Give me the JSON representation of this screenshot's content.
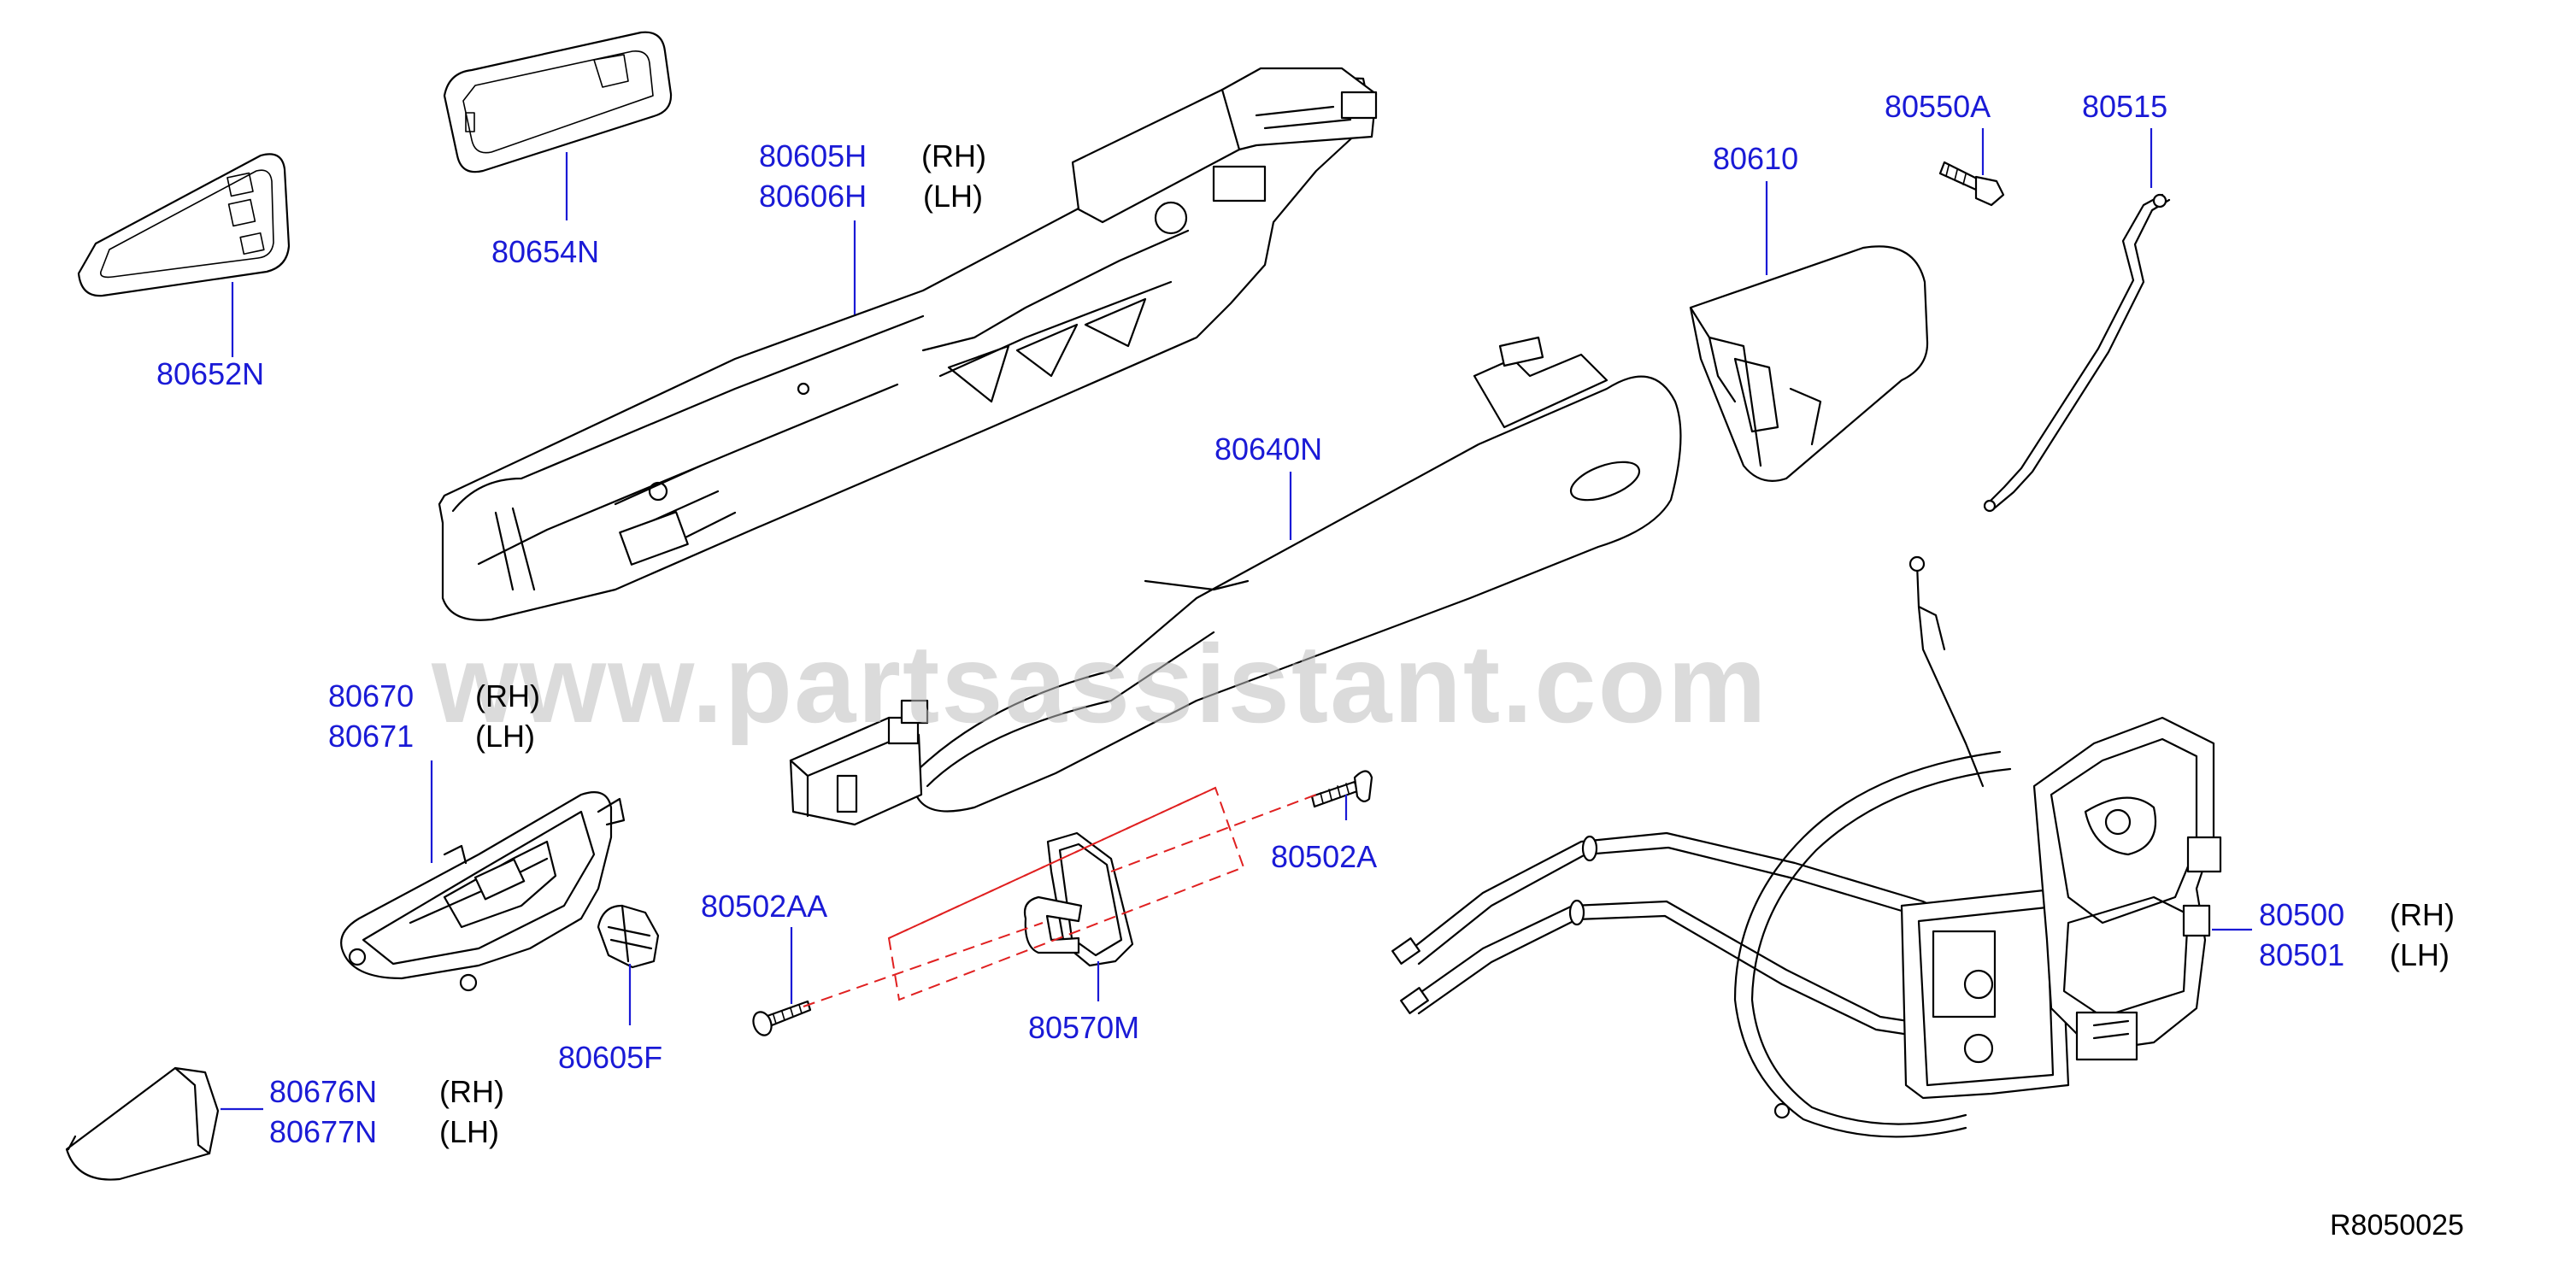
{
  "watermark": "www.partsassistant.com",
  "reference": "R8050025",
  "colors": {
    "label": "#1a1ad6",
    "leader": "#1a1ad6",
    "dashed_assembly": "#e02020",
    "watermark": "#bdbdbd",
    "outline": "#000000"
  },
  "labels": {
    "p80652N": "80652N",
    "p80654N": "80654N",
    "p80605H": "80605H",
    "p80605H_side": "(RH)",
    "p80606H": "80606H",
    "p80606H_side": "(LH)",
    "p80610": "80610",
    "p80550A": "80550A",
    "p80515": "80515",
    "p80640N": "80640N",
    "p80670": "80670",
    "p80670_side": "(RH)",
    "p80671": "80671",
    "p80671_side": "(LH)",
    "p80605F": "80605F",
    "p80676N": "80676N",
    "p80676N_side": "(RH)",
    "p80677N": "80677N",
    "p80677N_side": "(LH)",
    "p80502AA": "80502AA",
    "p80570M": "80570M",
    "p80502A": "80502A",
    "p80500": "80500",
    "p80500_side": "(RH)",
    "p80501": "80501",
    "p80501_side": "(LH)"
  }
}
